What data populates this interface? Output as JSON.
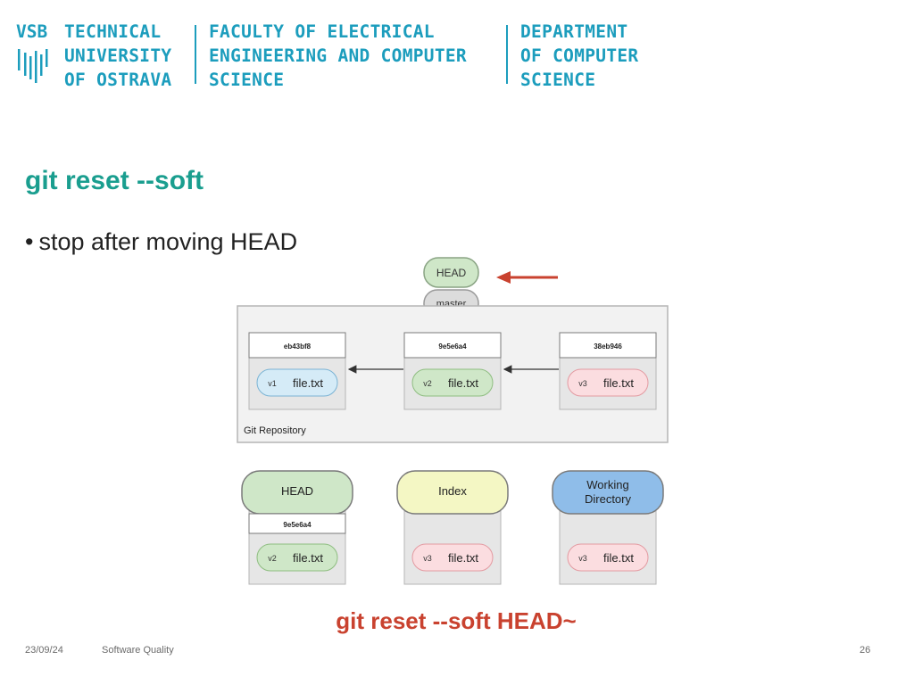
{
  "header": {
    "university": [
      "VSB",
      "TECHNICAL",
      "UNIVERSITY",
      "OF OSTRAVA"
    ],
    "faculty": [
      "FACULTY OF ELECTRICAL",
      "ENGINEERING AND COMPUTER",
      "SCIENCE"
    ],
    "department": [
      "DEPARTMENT",
      "OF COMPUTER",
      "SCIENCE"
    ]
  },
  "slide": {
    "title": "git reset --soft",
    "bullet": "stop after moving HEAD"
  },
  "diagram": {
    "head_label": "HEAD",
    "master_label": "master",
    "repo_label": "Git Repository",
    "commits": [
      {
        "hash": "eb43bf8",
        "version": "v1",
        "file": "file.txt"
      },
      {
        "hash": "9e5e6a4",
        "version": "v2",
        "file": "file.txt"
      },
      {
        "hash": "38eb946",
        "version": "v3",
        "file": "file.txt"
      }
    ],
    "areas": [
      {
        "title": "HEAD",
        "hash": "9e5e6a4",
        "version": "v2",
        "file": "file.txt"
      },
      {
        "title": "Index",
        "version": "v3",
        "file": "file.txt"
      },
      {
        "title_line1": "Working",
        "title_line2": "Directory",
        "version": "v3",
        "file": "file.txt"
      }
    ],
    "caption": "git reset --soft HEAD~",
    "colors": {
      "green": "#cfe7c8",
      "blue": "#d5ebf7",
      "pink": "#fbdde0",
      "yellow": "#f4f7c4",
      "workdir_blue": "#8fbde9",
      "arrow_red": "#c9422f"
    }
  },
  "footer": {
    "date": "23/09/24",
    "course": "Software Quality",
    "page": "26"
  }
}
